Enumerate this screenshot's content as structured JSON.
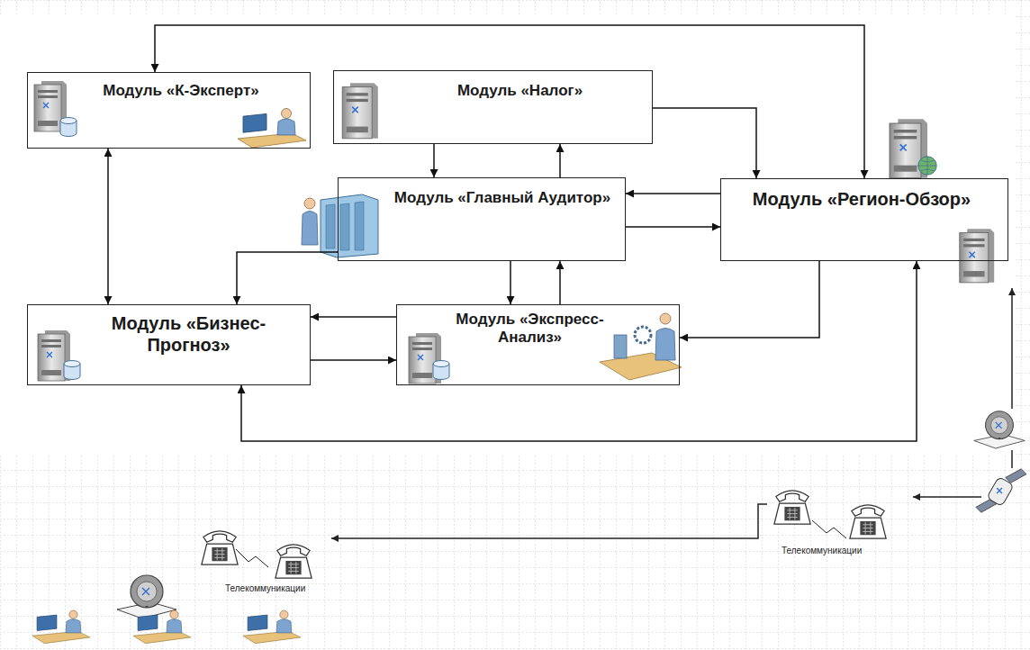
{
  "diagram": {
    "nodes": [
      {
        "text": [
          "Модуль «К-Эксперт»"
        ]
      },
      {
        "text": [
          "Модуль «Налог»"
        ]
      },
      {
        "text": [
          "Модуль «Главный Аудитор»"
        ]
      },
      {
        "text": [
          "Модуль «Регион-Обзор»"
        ]
      },
      {
        "text": [
          "Модуль «Бизнес-Прогноз»"
        ]
      },
      {
        "text": [
          "Модуль «Экспресс-Анализ»"
        ]
      }
    ],
    "edges": [
      {
        "from": 3,
        "to": 0,
        "arrow": "both"
      },
      {
        "from": 0,
        "to": 4,
        "arrow": "both"
      },
      {
        "from": 1,
        "to": 2,
        "arrow": "to"
      },
      {
        "from": 2,
        "to": 1,
        "arrow": "to"
      },
      {
        "from": 1,
        "to": 3,
        "arrow": "to"
      },
      {
        "from": 3,
        "to": 2,
        "arrow": "to"
      },
      {
        "from": 2,
        "to": 3,
        "arrow": "to"
      },
      {
        "from": 2,
        "to": 4,
        "arrow": "to"
      },
      {
        "from": 2,
        "to": 5,
        "arrow": "to"
      },
      {
        "from": 5,
        "to": 2,
        "arrow": "to"
      },
      {
        "from": 5,
        "to": 4,
        "arrow": "to"
      },
      {
        "from": 4,
        "to": 5,
        "arrow": "to"
      },
      {
        "from": 3,
        "to": 5,
        "arrow": "to"
      },
      {
        "from": 3,
        "to": 4,
        "arrow": "both"
      }
    ],
    "labels": [
      "Телекоммуникации",
      "Телекоммуникации"
    ]
  }
}
